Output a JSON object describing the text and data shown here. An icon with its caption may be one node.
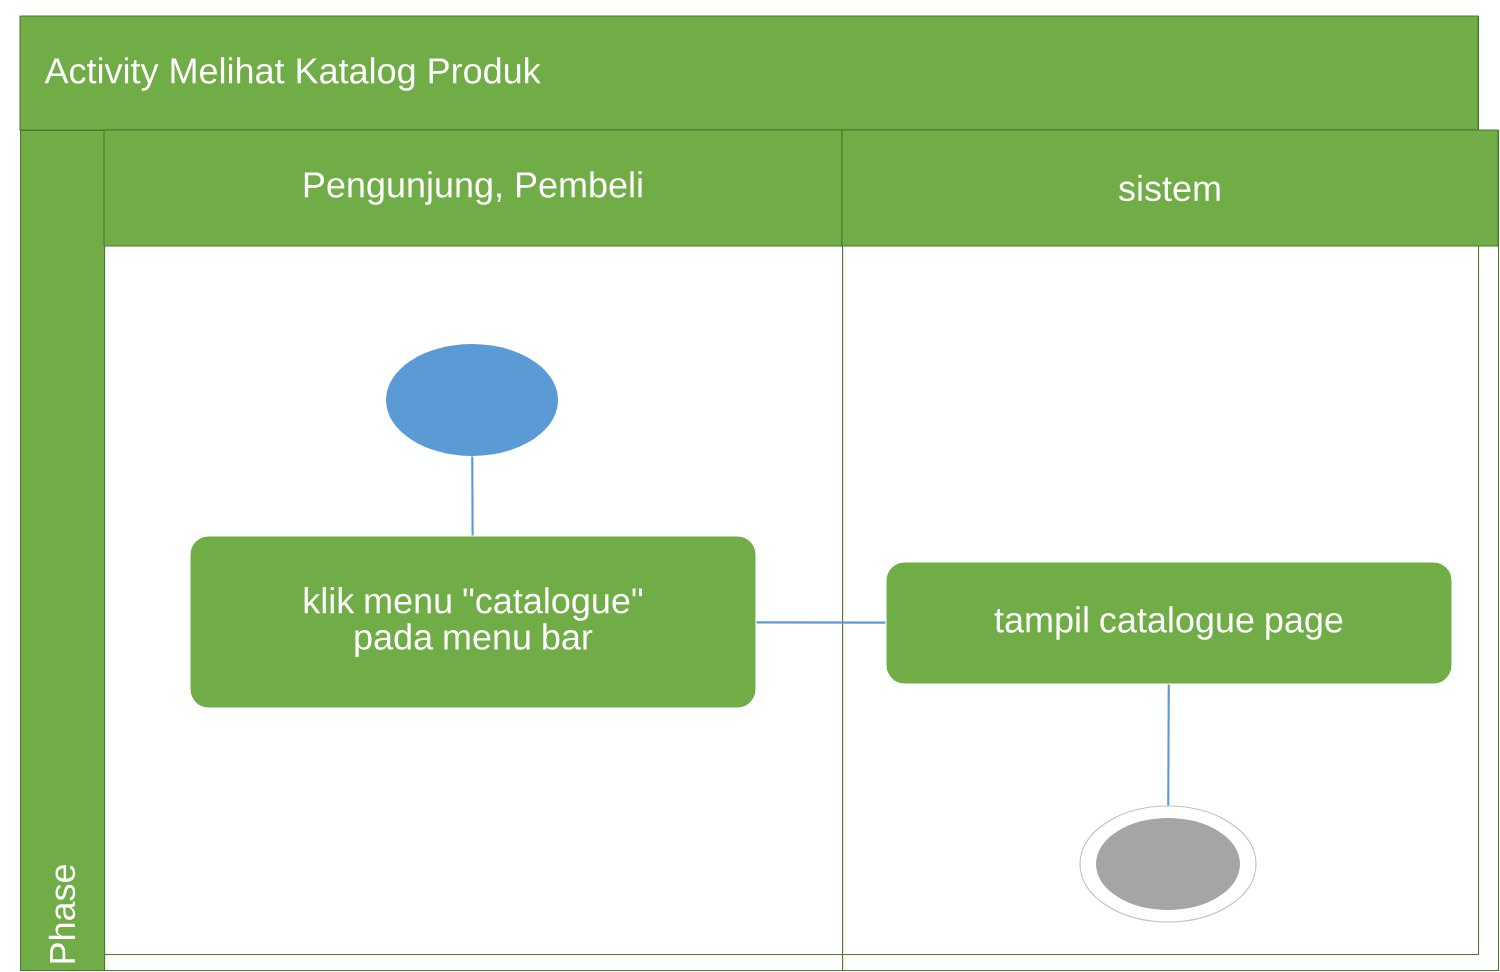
{
  "diagram": {
    "nodes": [
      {
        "text": [
          "Activity Melihat Katalog Produk"
        ]
      },
      {
        "text": [
          "Phase"
        ],
        "in": 0
      },
      {
        "text": [
          "Pengunjung, Pembeli"
        ],
        "in": 0
      },
      {
        "text": [
          "sistem"
        ],
        "in": 0
      },
      {
        "text": [],
        "shape": "circle",
        "in": 2
      },
      {
        "text": [
          "klik menu \"catalogue\" pada menu bar"
        ],
        "in": 2
      },
      {
        "text": [
          "tampil catalogue page"
        ],
        "in": 3
      },
      {
        "text": [],
        "shape": "circle",
        "in": 3
      }
    ],
    "edges": [
      {
        "from": 4,
        "to": 5,
        "arrow": "none"
      },
      {
        "from": 5,
        "to": 6,
        "arrow": "none"
      },
      {
        "from": 6,
        "to": 7,
        "arrow": "none"
      }
    ]
  }
}
